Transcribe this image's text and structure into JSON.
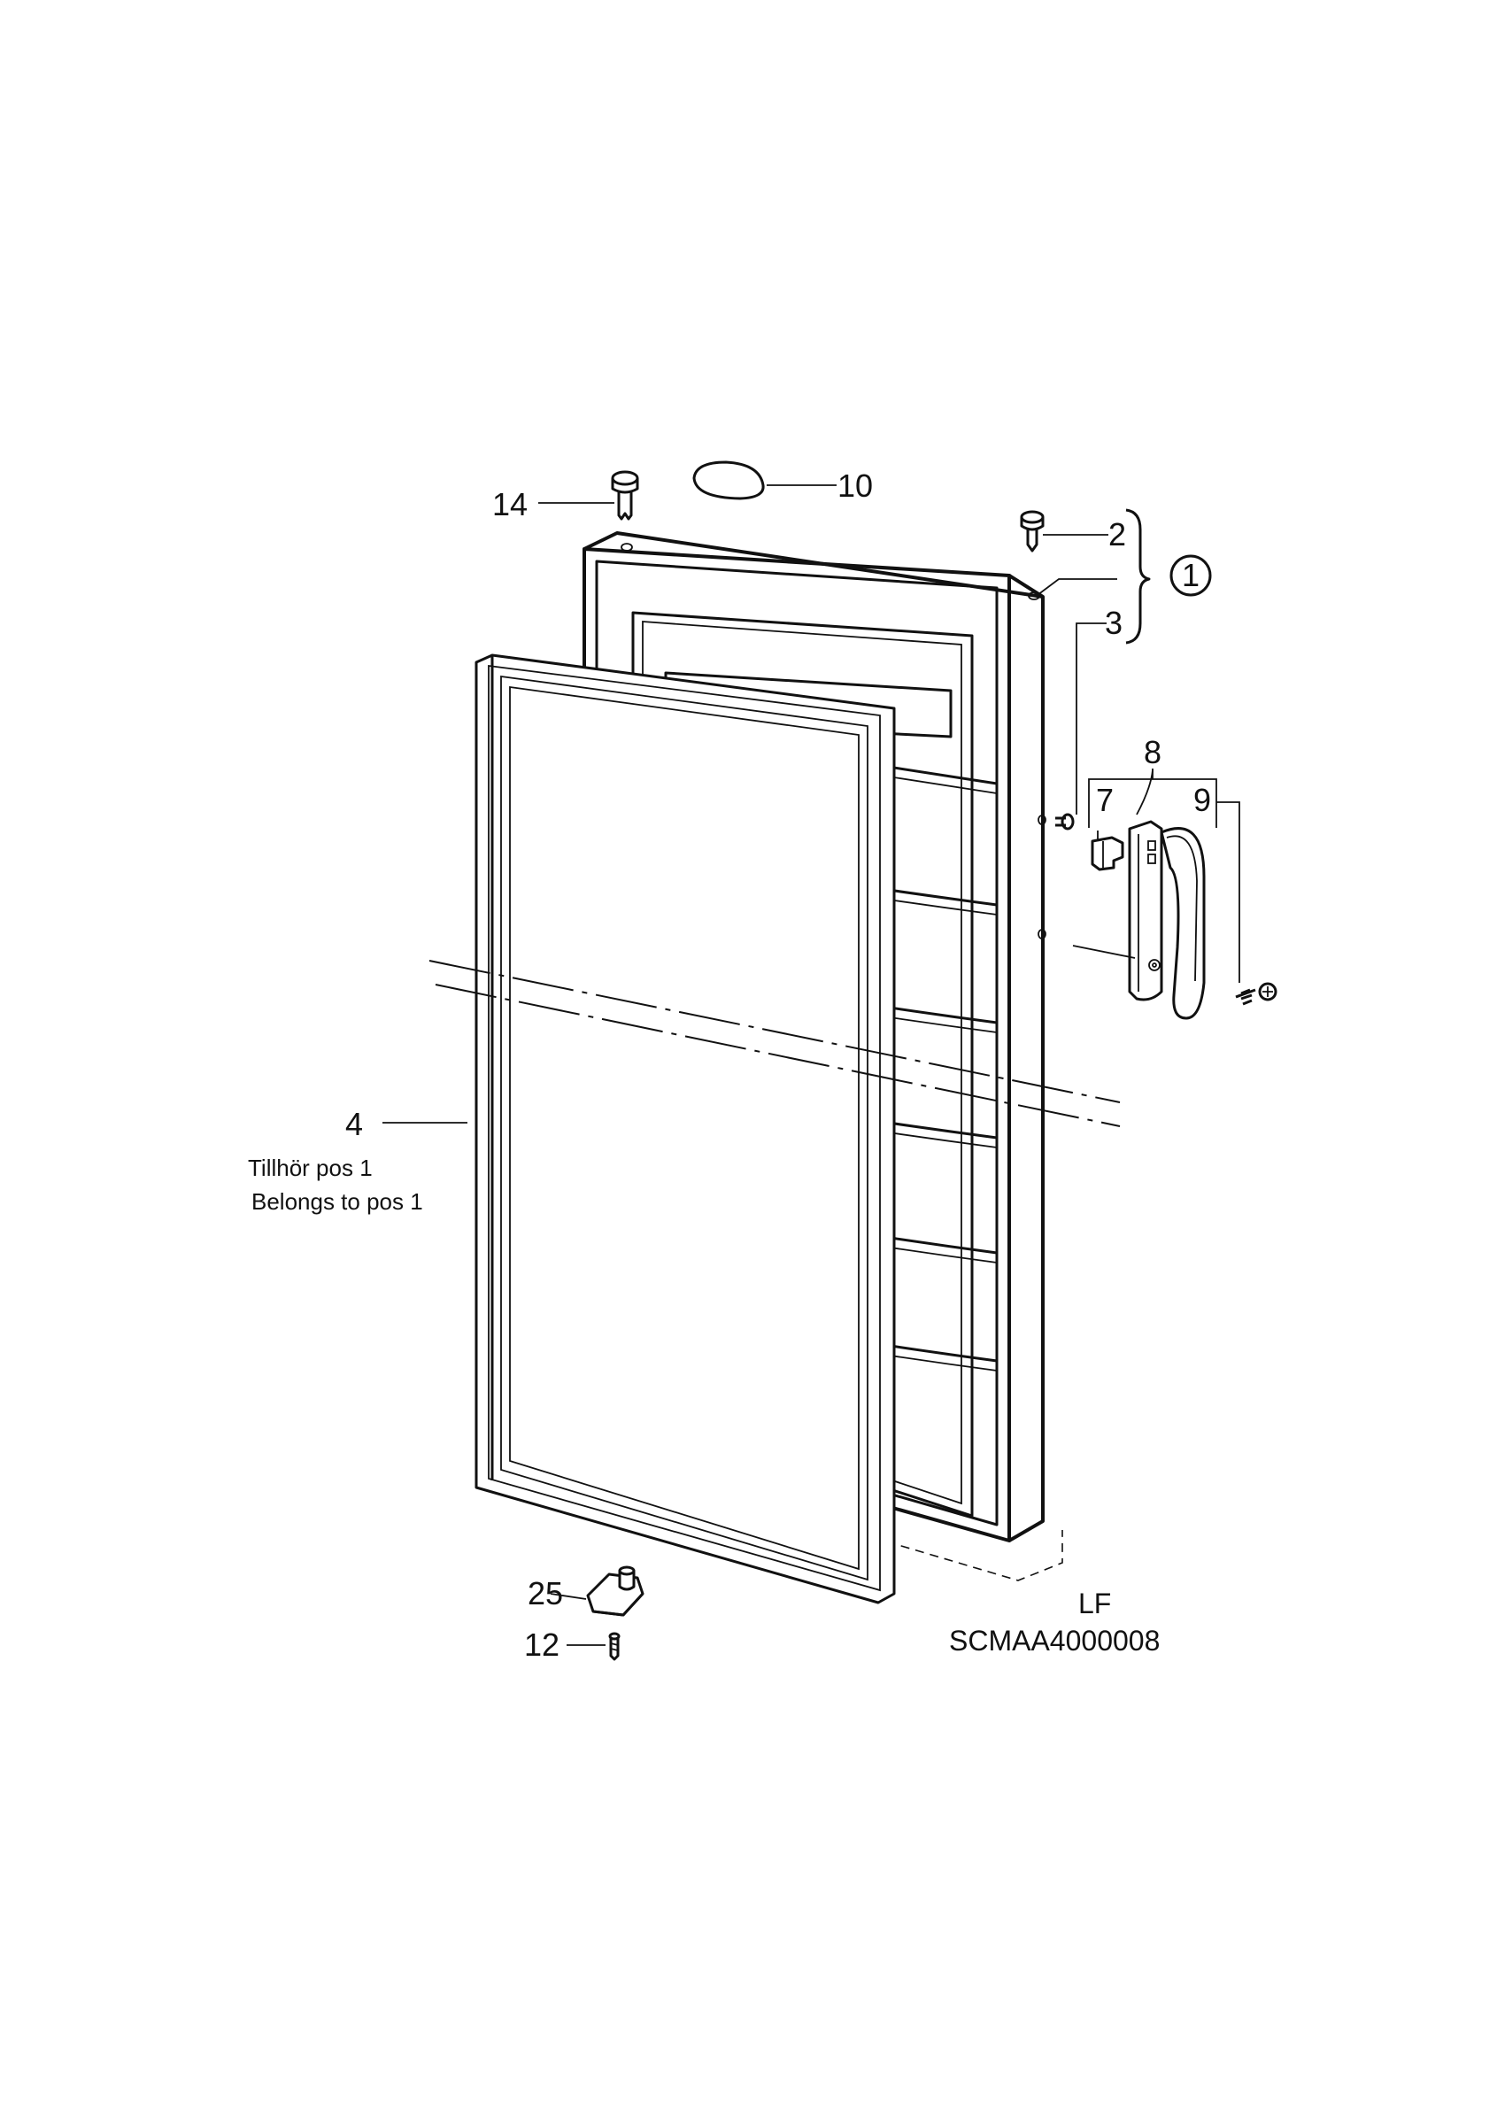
{
  "callouts": {
    "c1": "1",
    "c2": "2",
    "c3": "3",
    "c4": "4",
    "c7": "7",
    "c8": "8",
    "c9": "9",
    "c10": "10",
    "c12": "12",
    "c14": "14",
    "c25": "25"
  },
  "note": {
    "swedish": "Tillhör pos 1",
    "english": "Belongs to pos 1"
  },
  "footer": {
    "variant": "LF",
    "code": "SCMAA4000008"
  }
}
